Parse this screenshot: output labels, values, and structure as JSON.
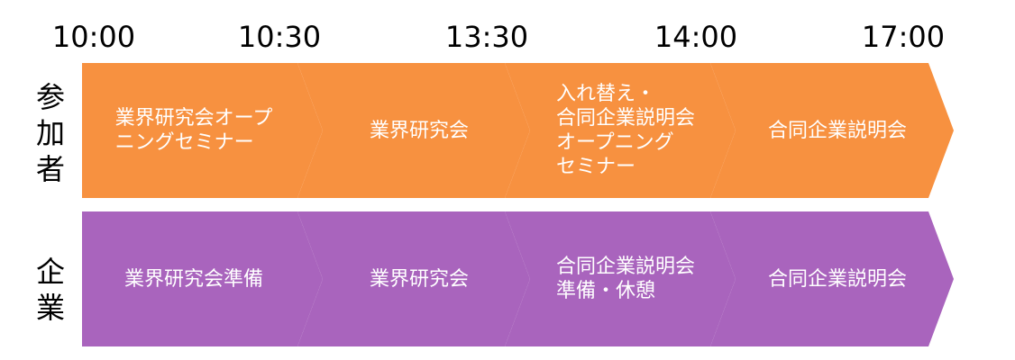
{
  "colors": {
    "participant": "#F79140",
    "company": "#A964BD",
    "text": "#FFFFFF"
  },
  "times": [
    "10:00",
    "10:30",
    "13:30",
    "14:00",
    "17:00"
  ],
  "rows": [
    {
      "label": "参加者",
      "steps": [
        "業界研究会オープ\nニングセミナー",
        "業界研究会",
        "入れ替え・\n合同企業説明会\nオープニング\nセミナー",
        "合同企業説明会"
      ]
    },
    {
      "label": "企業",
      "steps": [
        "業界研究会準備",
        "業界研究会",
        "合同企業説明会\n準備・休憩",
        "合同企業説明会"
      ]
    }
  ]
}
